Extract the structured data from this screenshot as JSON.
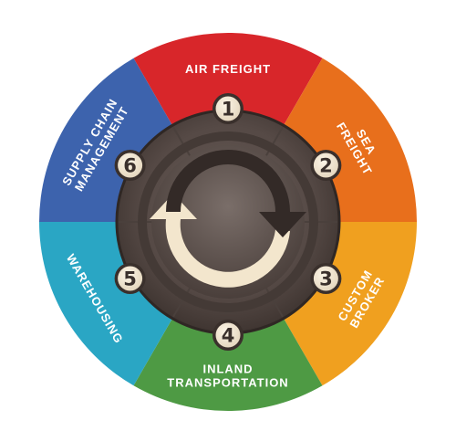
{
  "segments": [
    {
      "number": "1",
      "lines": [
        "AIR FREIGHT"
      ],
      "color": "#d8262a"
    },
    {
      "number": "2",
      "lines": [
        "SEA",
        "FREIGHT"
      ],
      "color": "#e86f1c"
    },
    {
      "number": "3",
      "lines": [
        "CUSTOM",
        "BROKER"
      ],
      "color": "#f0a01f"
    },
    {
      "number": "4",
      "lines": [
        "INLAND",
        "TRANSPORTATION"
      ],
      "color": "#4e9a44"
    },
    {
      "number": "5",
      "lines": [
        "WAREHOUSING"
      ],
      "color": "#2aa6c4"
    },
    {
      "number": "6",
      "lines": [
        "SUPPLY CHAIN",
        "MANAGEMENT"
      ],
      "color": "#3d63ad"
    }
  ],
  "center": {
    "icon": "cycle-arrows-icon",
    "arrow_color": "#f3e6cd",
    "hub_color": "#5b4f4b"
  }
}
